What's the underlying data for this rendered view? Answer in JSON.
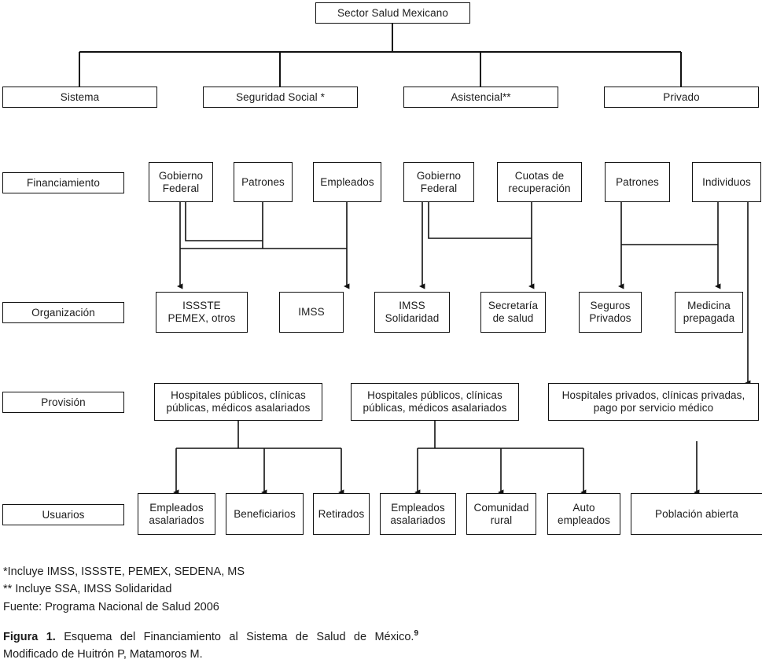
{
  "figure": {
    "root_label": "Sector Salud Mexicano",
    "lanes": [
      {
        "id": "financiamiento",
        "label": "Financiamiento"
      },
      {
        "id": "organizacion",
        "label": "Organización"
      },
      {
        "id": "provision",
        "label": "Provisión"
      },
      {
        "id": "usuarios",
        "label": "Usuarios"
      }
    ],
    "sectors": [
      {
        "id": "sistema",
        "label": "Sistema"
      },
      {
        "id": "seguridad-social",
        "label": "Seguridad Social *"
      },
      {
        "id": "asistencial",
        "label": "Asistencial**"
      },
      {
        "id": "privado",
        "label": "Privado"
      }
    ],
    "financiamiento": [
      {
        "id": "gobierno-federal-ss",
        "label": "Gobierno\nFederal"
      },
      {
        "id": "patrones-ss",
        "label": "Patrones"
      },
      {
        "id": "empleados-ss",
        "label": "Empleados"
      },
      {
        "id": "gobierno-federal-asis",
        "label": "Gobierno\nFederal"
      },
      {
        "id": "cuotas-recuperacion",
        "label": "Cuotas de\nrecuperación"
      },
      {
        "id": "patrones-priv",
        "label": "Patrones"
      },
      {
        "id": "individuos",
        "label": "Individuos"
      }
    ],
    "organizacion": [
      {
        "id": "issste-pemex",
        "label": "ISSSTE\nPEMEX, otros"
      },
      {
        "id": "imss",
        "label": "IMSS"
      },
      {
        "id": "imss-solidaridad",
        "label": "IMSS\nSolidaridad"
      },
      {
        "id": "secretaria-salud",
        "label": "Secretaría\nde salud"
      },
      {
        "id": "seguros-privados",
        "label": "Seguros\nPrivados"
      },
      {
        "id": "medicina-prepagada",
        "label": "Medicina\nprepagada"
      }
    ],
    "provision": [
      {
        "id": "provision-ss",
        "label": "Hospitales públicos, clínicas\npúblicas, médicos asalariados"
      },
      {
        "id": "provision-asis",
        "label": "Hospitales públicos, clínicas\npúblicas, médicos asalariados"
      },
      {
        "id": "provision-priv",
        "label": "Hospitales privados, clínicas privadas,\npago por servicio médico"
      }
    ],
    "usuarios": [
      {
        "id": "empleados-asalariados-ss",
        "label": "Empleados\nasalariados"
      },
      {
        "id": "beneficiarios",
        "label": "Beneficiarios"
      },
      {
        "id": "retirados",
        "label": "Retirados"
      },
      {
        "id": "empleados-asalariados-asis",
        "label": "Empleados\nasalariados"
      },
      {
        "id": "comunidad-rural",
        "label": "Comunidad\nrural"
      },
      {
        "id": "auto-empleados",
        "label": "Auto\nempleados"
      },
      {
        "id": "poblacion-abierta",
        "label": "Población abierta"
      }
    ],
    "footnotes": [
      "*Incluye IMSS, ISSSTE, PEMEX, SEDENA, MS",
      "** Incluye SSA, IMSS Solidaridad",
      "Fuente: Programa Nacional de Salud 2006"
    ],
    "caption": {
      "lead": "Figura 1.",
      "text": "Esquema del Financiamiento al Sistema de Salud de México.",
      "superscript": "9",
      "line2": "Modificado de Huitrón P, Matamoros M."
    },
    "colors": {
      "stroke": "#111111",
      "text": "#1c1c1c",
      "background": "#ffffff"
    }
  }
}
